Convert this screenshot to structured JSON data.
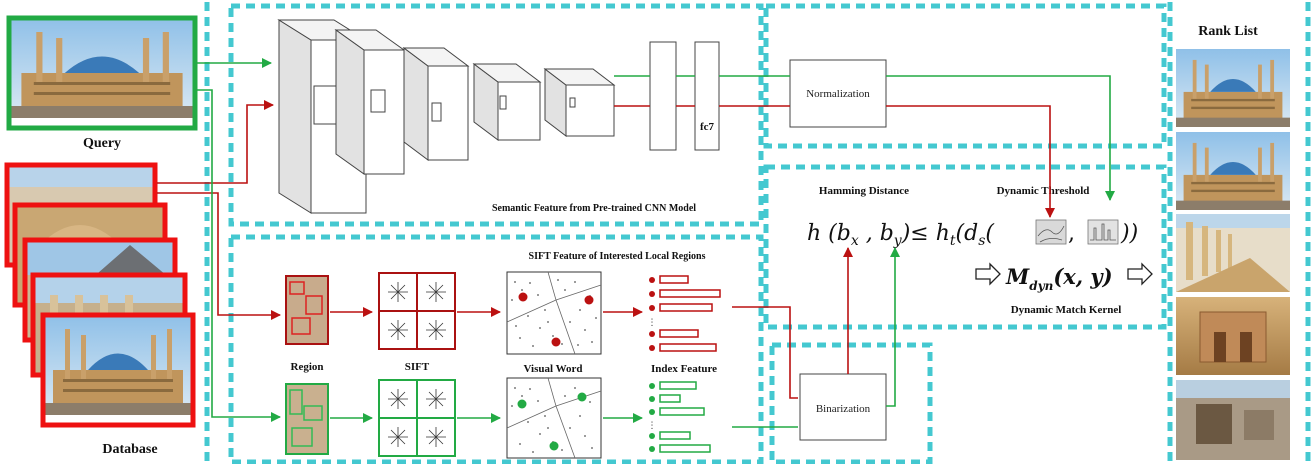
{
  "labels": {
    "query": "Query",
    "database": "Database",
    "rank_list": "Rank List",
    "cnn_caption": "Semantic Feature from Pre-trained CNN Model",
    "fc7": "fc7",
    "normalization": "Normalization",
    "sift_caption": "SIFT Feature of Interested Local Regions",
    "region": "Region",
    "sift": "SIFT",
    "visual_word": "Visual Word",
    "index_feature": "Index Feature",
    "binarization": "Binarization",
    "hamming_distance": "Hamming Distance",
    "dynamic_threshold": "Dynamic Threshold",
    "dynamic_match_kernel": "Dynamic Match Kernel"
  },
  "formula": {
    "lhs": "h (b",
    "lhs_sub_x": "x",
    "comma": " , b",
    "lhs_sub_y": "y",
    "leq": ")≤ h",
    "sub_t": "t",
    "open": "(d",
    "sub_s": "s",
    "paren": "(",
    "comma2": " , ",
    "close": "))",
    "kernel_main": "M",
    "kernel_sub": "dyn",
    "kernel_args": "(x,  y)"
  },
  "colors": {
    "query_border": "#22aa44",
    "database_border": "#ee1111",
    "green_arrow": "#22aa44",
    "red_arrow": "#bb1111",
    "dashed_box": "#44c8d0",
    "sky": "#a9cde8",
    "building": "#b98c55"
  }
}
